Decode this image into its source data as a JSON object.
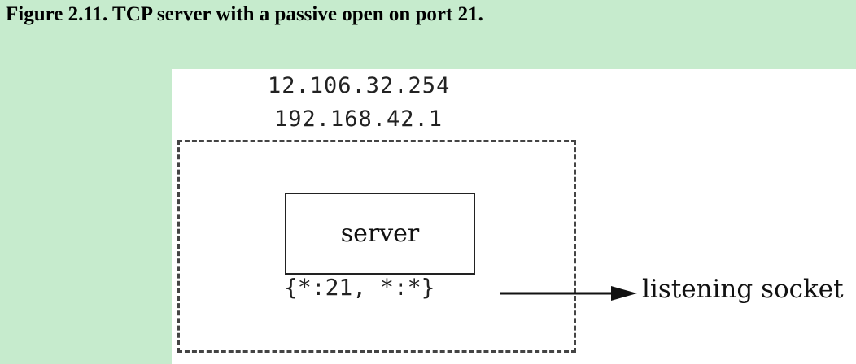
{
  "caption": "Figure 2.11. TCP server with a passive open on port 21.",
  "diagram": {
    "ip_addresses": [
      "12.106.32.254",
      "192.168.42.1"
    ],
    "server_label": "server",
    "socket_pair": "{*:21, *:*}",
    "arrow_label": "listening socket"
  }
}
